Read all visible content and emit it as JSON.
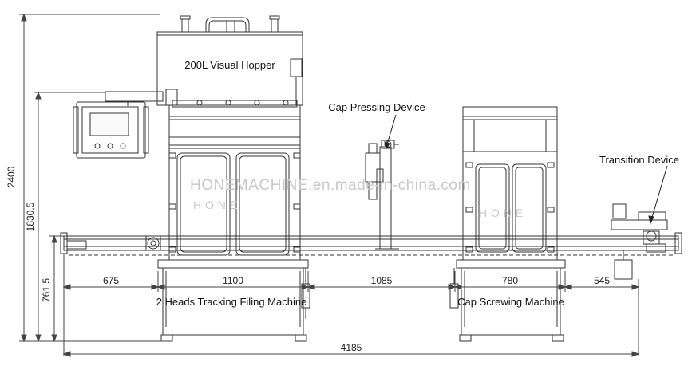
{
  "labels": {
    "hopper": "200L Visual Hopper",
    "cap_pressing": "Cap Pressing Device",
    "transition": "Transition Device",
    "filling_machine": "2 Heads Tracking Filing Machine",
    "cap_screwing": "Cap Screwing Machine"
  },
  "dimensions": {
    "total_height": "2400",
    "table_height": "1830.5",
    "conveyor_height": "761.5",
    "seg_1": "675",
    "seg_2": "1100",
    "seg_3": "1085",
    "seg_4": "780",
    "seg_5": "545",
    "total_length": "4185"
  },
  "watermark": {
    "text": "HONEMACHINE.en.made-in-china.com",
    "logo_text": "H O N E"
  }
}
